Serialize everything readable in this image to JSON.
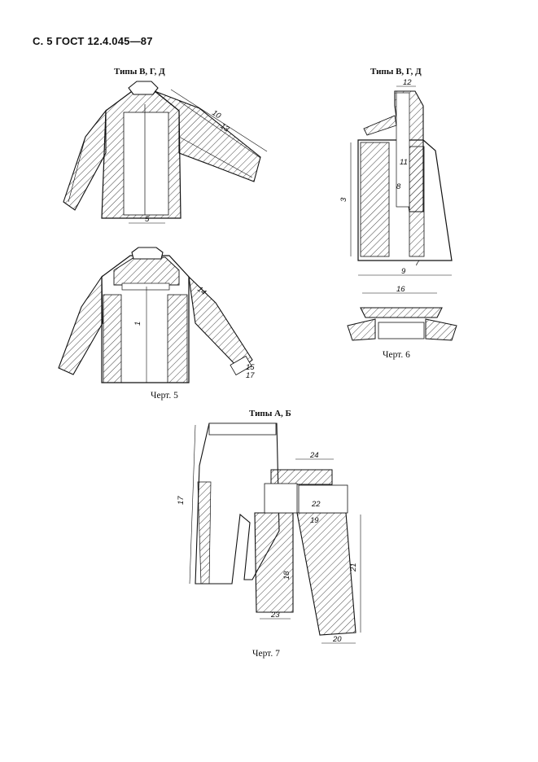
{
  "page": {
    "header": "С. 5 ГОСТ 12.4.045—87"
  },
  "figures": [
    {
      "caption": "Черт. 5",
      "views": [
        {
          "label": "Типы В, Г, Д",
          "dims": [
            "10",
            "13",
            "5"
          ]
        },
        {
          "dims": [
            "1",
            "14",
            "15",
            "17"
          ]
        }
      ]
    },
    {
      "caption": "Черт. 6",
      "label": "Типы В, Г, Д",
      "dims": [
        "12",
        "11",
        "8",
        "3",
        "7",
        "9",
        "16"
      ]
    },
    {
      "caption": "Черт. 7",
      "label": "Типы А, Б",
      "dims": [
        "24",
        "17",
        "22",
        "19",
        "21",
        "18",
        "23",
        "20"
      ]
    }
  ]
}
